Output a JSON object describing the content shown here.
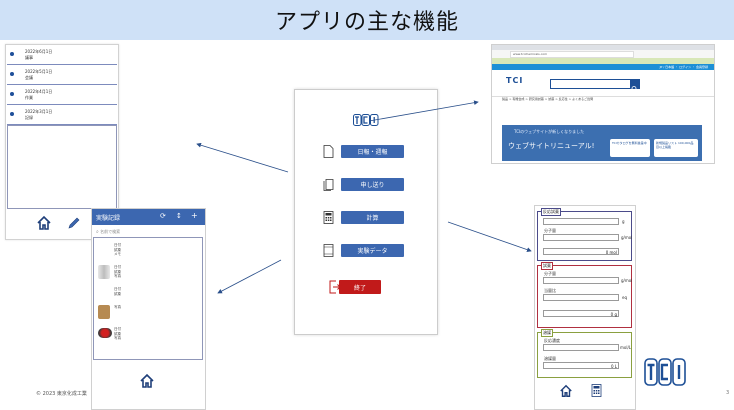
{
  "title": "アプリの主な機能",
  "memo_phone": {
    "rows": [
      {
        "date": "2022年6月1日",
        "title": "議事"
      },
      {
        "date": "2022年5月1日",
        "title": "会議"
      },
      {
        "date": "2022年4月1日",
        "title": "作業"
      },
      {
        "date": "2022年3月1日",
        "title": "記録"
      }
    ],
    "footer_icons": [
      "home-icon",
      "pencil-icon"
    ]
  },
  "menu": {
    "logo": "TCI",
    "buttons": [
      {
        "label": "日報・週報",
        "icon": "document-icon"
      },
      {
        "label": "申し送り",
        "icon": "note-icon"
      },
      {
        "label": "計算",
        "icon": "calculator-icon"
      },
      {
        "label": "実験データ",
        "icon": "database-icon"
      }
    ],
    "exit_label": "終了",
    "exit_icon": "exit-icon"
  },
  "browser": {
    "url": "www.tcichemicals.com",
    "nav_text": "JP / 日本語 ・ ログイン ・ 会員登録",
    "logo": "TCI",
    "breadcrumb": "製品 > 有機合成 > 研究用試薬 > 試薬 > 反応性 > よくあるご質問",
    "hero_title": "ウェブサイトリニューアル!",
    "hero_sub": "TCIのウェブサイトが新しくなりました",
    "card1": "TCIカタログを無料進呈中",
    "card2": "新規製品リスト 100,000品目以上掲載"
  },
  "record_phone": {
    "title": "実験記録",
    "search_placeholder": "名前で検索",
    "items": [
      {
        "thumb": "blank",
        "l1": "日付",
        "l2": "試薬",
        "l3": "メモ"
      },
      {
        "thumb": "glass",
        "l1": "日付",
        "l2": "試薬",
        "l3": "写真"
      },
      {
        "thumb": "bottle",
        "l1": "日付",
        "l2": "試薬",
        "l3": "写真"
      },
      {
        "thumb": "red",
        "l1": "日付",
        "l2": "試薬",
        "l3": "写真"
      }
    ],
    "footer_icon": "home-icon",
    "colors": {
      "header": "#3c67b0"
    }
  },
  "calc_phone": {
    "group1": {
      "legend": "反応試薬",
      "unit1": "g",
      "label2": "分子量",
      "unit2": "g/mol",
      "value3": "0 mol"
    },
    "group2": {
      "legend": "試薬",
      "label1": "分子量",
      "unit1": "g/mol",
      "label2": "当量比",
      "unit2": "eq",
      "value3": "0 g"
    },
    "group3": {
      "legend": "溶媒",
      "label1": "反応濃度",
      "unit1": "mol/L",
      "label2": "溶媒量",
      "value2": "0 L"
    },
    "footer_icons": [
      "home-icon",
      "calculator-icon"
    ]
  },
  "footer": {
    "copyright": "© 2023 東京化成工業",
    "page_number": "3",
    "logo": "TCI"
  },
  "colors": {
    "title_bg": "#cfe1f7",
    "accent_blue": "#3c67b0",
    "exit_red": "#c11a1a",
    "tci_blue": "#1d4f96"
  }
}
